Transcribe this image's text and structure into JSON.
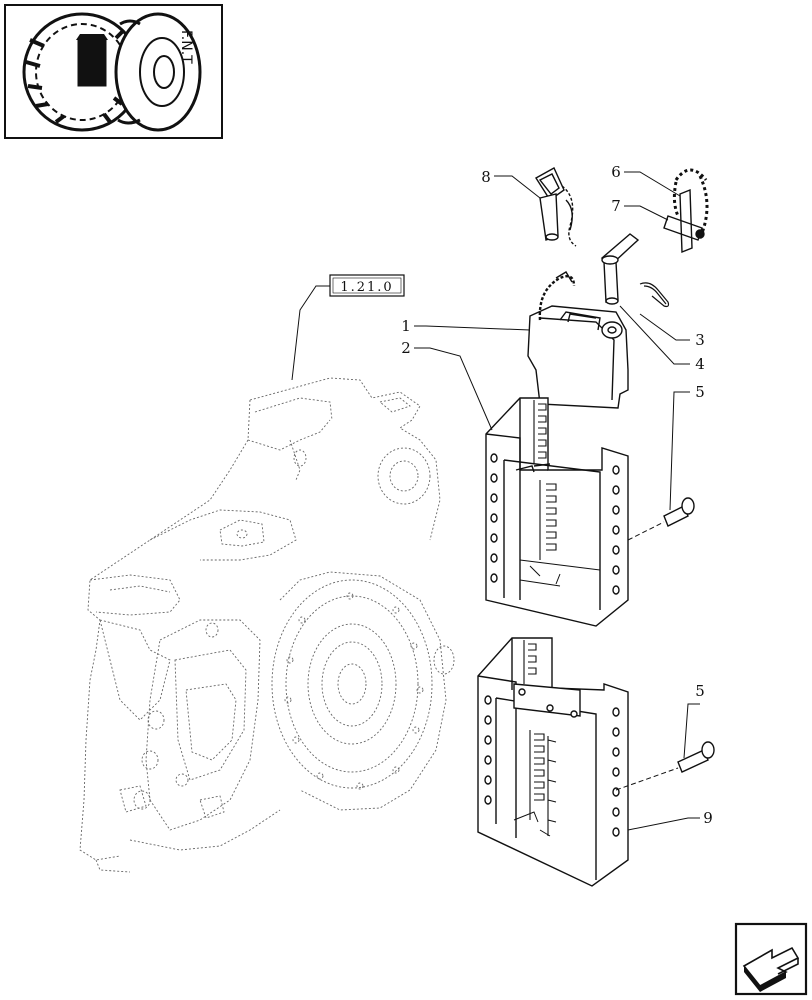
{
  "reference_box": {
    "label": "1.21.0"
  },
  "thumbnail": {
    "text": "F.N.T"
  },
  "callouts": {
    "c1": "1",
    "c2": "2",
    "c3": "3",
    "c4": "4",
    "c5_top": "5",
    "c5_bottom": "5",
    "c6": "6",
    "c7": "7",
    "c8": "8",
    "c9": "9"
  },
  "nav": {
    "icon": "next-page-arrow-icon"
  }
}
